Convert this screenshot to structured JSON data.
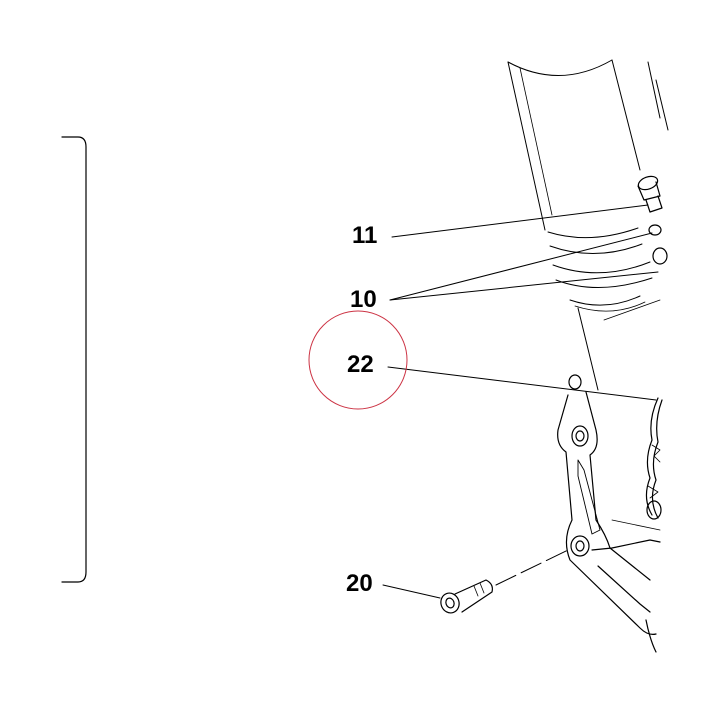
{
  "diagram": {
    "callouts": [
      {
        "id": "11",
        "text": "11"
      },
      {
        "id": "10",
        "text": "10"
      },
      {
        "id": "22",
        "text": "22"
      },
      {
        "id": "20",
        "text": "20"
      }
    ],
    "highlight_color": "#cc3344",
    "line_color": "#000000"
  }
}
